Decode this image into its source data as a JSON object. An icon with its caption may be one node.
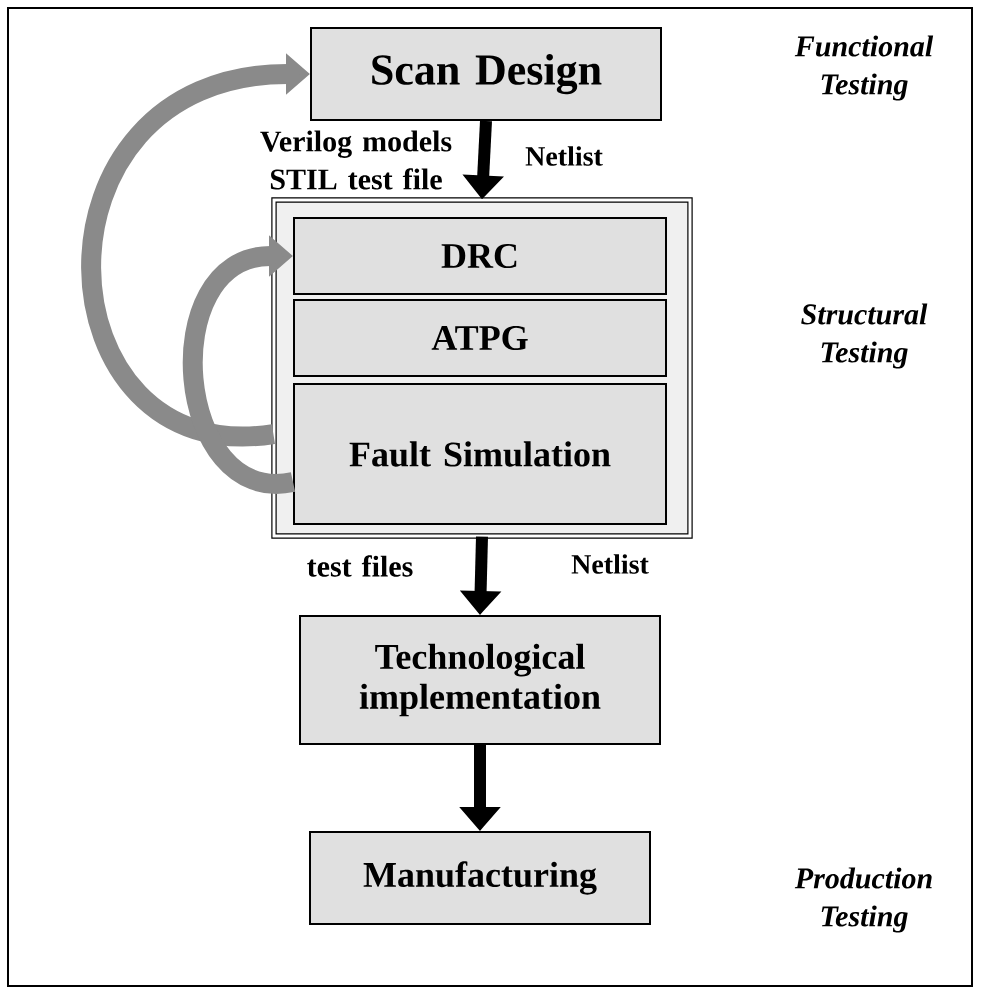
{
  "diagram": {
    "nodes": [
      {
        "text": [
          "Scan Design"
        ]
      },
      {
        "text": [],
        "shape": "box"
      },
      {
        "text": [
          "DRC"
        ],
        "in": 1
      },
      {
        "text": [
          "ATPG"
        ],
        "in": 1
      },
      {
        "text": [
          "Fault Simulation"
        ],
        "in": 1
      },
      {
        "text": [
          "Technological implementation"
        ]
      },
      {
        "text": [
          "Manufacturing"
        ]
      }
    ],
    "edges": [
      {
        "from": 0,
        "to": 1,
        "arrow": "to",
        "label": "Netlist"
      },
      {
        "from": 1,
        "to": 5,
        "arrow": "to",
        "label": "Netlist"
      },
      {
        "from": 5,
        "to": 6,
        "arrow": "to"
      },
      {
        "from": 1,
        "to": 0,
        "arrow": "to",
        "color": "#8a8a8a"
      },
      {
        "from": 4,
        "to": 2,
        "arrow": "to",
        "color": "#8a8a8a"
      }
    ],
    "labels": [
      "Functional Testing",
      "Verilog models STIL test file",
      "Structural Testing",
      "test files",
      "Production Testing"
    ]
  }
}
